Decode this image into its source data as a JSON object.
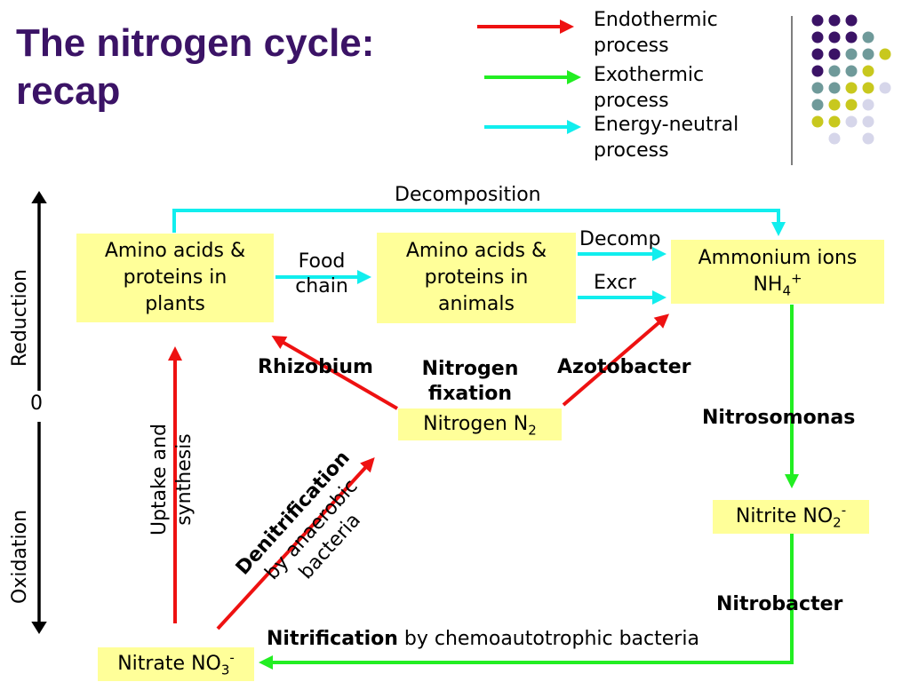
{
  "title": {
    "line1": "The nitrogen cycle:",
    "line2": "recap"
  },
  "legend": {
    "endothermic": {
      "line1": "Endothermic",
      "line2": "process",
      "color": "#ee1111"
    },
    "exothermic": {
      "line1": "Exothermic",
      "line2": "process",
      "color": "#22ee22"
    },
    "neutral": {
      "line1": "Energy-neutral",
      "line2": "process",
      "color": "#11eeee"
    }
  },
  "dots": {
    "colors": {
      "purple": "#3b1366",
      "teal": "#6f9a9a",
      "olive": "#c8c81e",
      "lavender": "#d6d6ea"
    }
  },
  "axis": {
    "reduction": "Reduction",
    "zero": "0",
    "oxidation": "Oxidation"
  },
  "boxes": {
    "plants": {
      "line1": "Amino acids &",
      "line2": "proteins in",
      "line3": "plants"
    },
    "animals": {
      "line1": "Amino acids &",
      "line2": "proteins in",
      "line3": "animals"
    },
    "ammonium": {
      "line1": "Ammonium ions",
      "formula": "NH",
      "sub": "4",
      "sup": "+"
    },
    "nitrogen": {
      "text": "Nitrogen N",
      "sub": "2"
    },
    "nitrite": {
      "text": "Nitrite NO",
      "sub": "2",
      "sup": "-"
    },
    "nitrate": {
      "text": "Nitrate NO",
      "sub": "3",
      "sup": "-"
    }
  },
  "labels": {
    "decomposition": "Decomposition",
    "food_chain_1": "Food",
    "food_chain_2": "chain",
    "decomp": "Decomp",
    "excr": "Excr",
    "rhizobium": "Rhizobium",
    "fixation_1": "Nitrogen",
    "fixation_2": "fixation",
    "azotobacter": "Azotobacter",
    "nitrosomonas": "Nitrosomonas",
    "nitrobacter": "Nitrobacter",
    "nitrification_bold": "Nitrification",
    "nitrification_rest": " by chemoautotrophic bacteria",
    "uptake_1": "Uptake and",
    "uptake_2": "synthesis",
    "denit_bold": "Denitrification",
    "denit_2": "by anaerobic",
    "denit_3": "bacteria"
  }
}
